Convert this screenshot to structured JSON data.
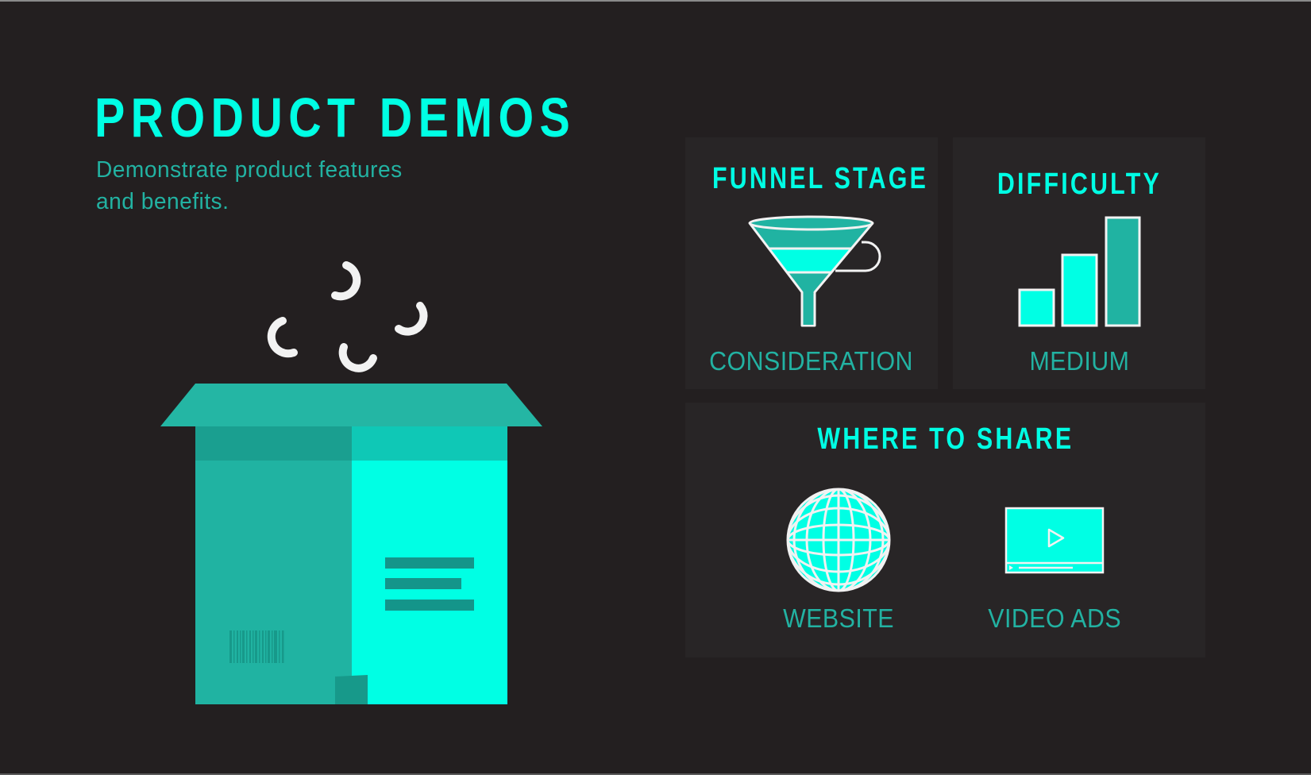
{
  "header": {
    "title": "PRODUCT DEMOS",
    "subtitle_lines": [
      "Demonstrate product features",
      "and benefits."
    ]
  },
  "colors": {
    "background": "#231f20",
    "panel": "#282526",
    "accent_bright": "#00ffe4",
    "accent_teal": "#22b2a2",
    "accent_dark": "#17998a",
    "white": "#f2f2f2"
  },
  "illustration": {
    "icon": "open-box-icon",
    "particles": 4
  },
  "panels": {
    "funnel_stage": {
      "heading": "FUNNEL STAGE",
      "icon": "funnel-icon",
      "value": "CONSIDERATION"
    },
    "difficulty": {
      "heading": "DIFFICULTY",
      "icon": "bar-chart-icon",
      "value": "MEDIUM",
      "bars_filled": 2,
      "bars_total": 3
    },
    "where_to_share": {
      "heading": "WHERE TO SHARE",
      "channels": [
        {
          "icon": "globe-icon",
          "label": "WEBSITE"
        },
        {
          "icon": "video-player-icon",
          "label": "VIDEO ADS"
        }
      ]
    }
  }
}
